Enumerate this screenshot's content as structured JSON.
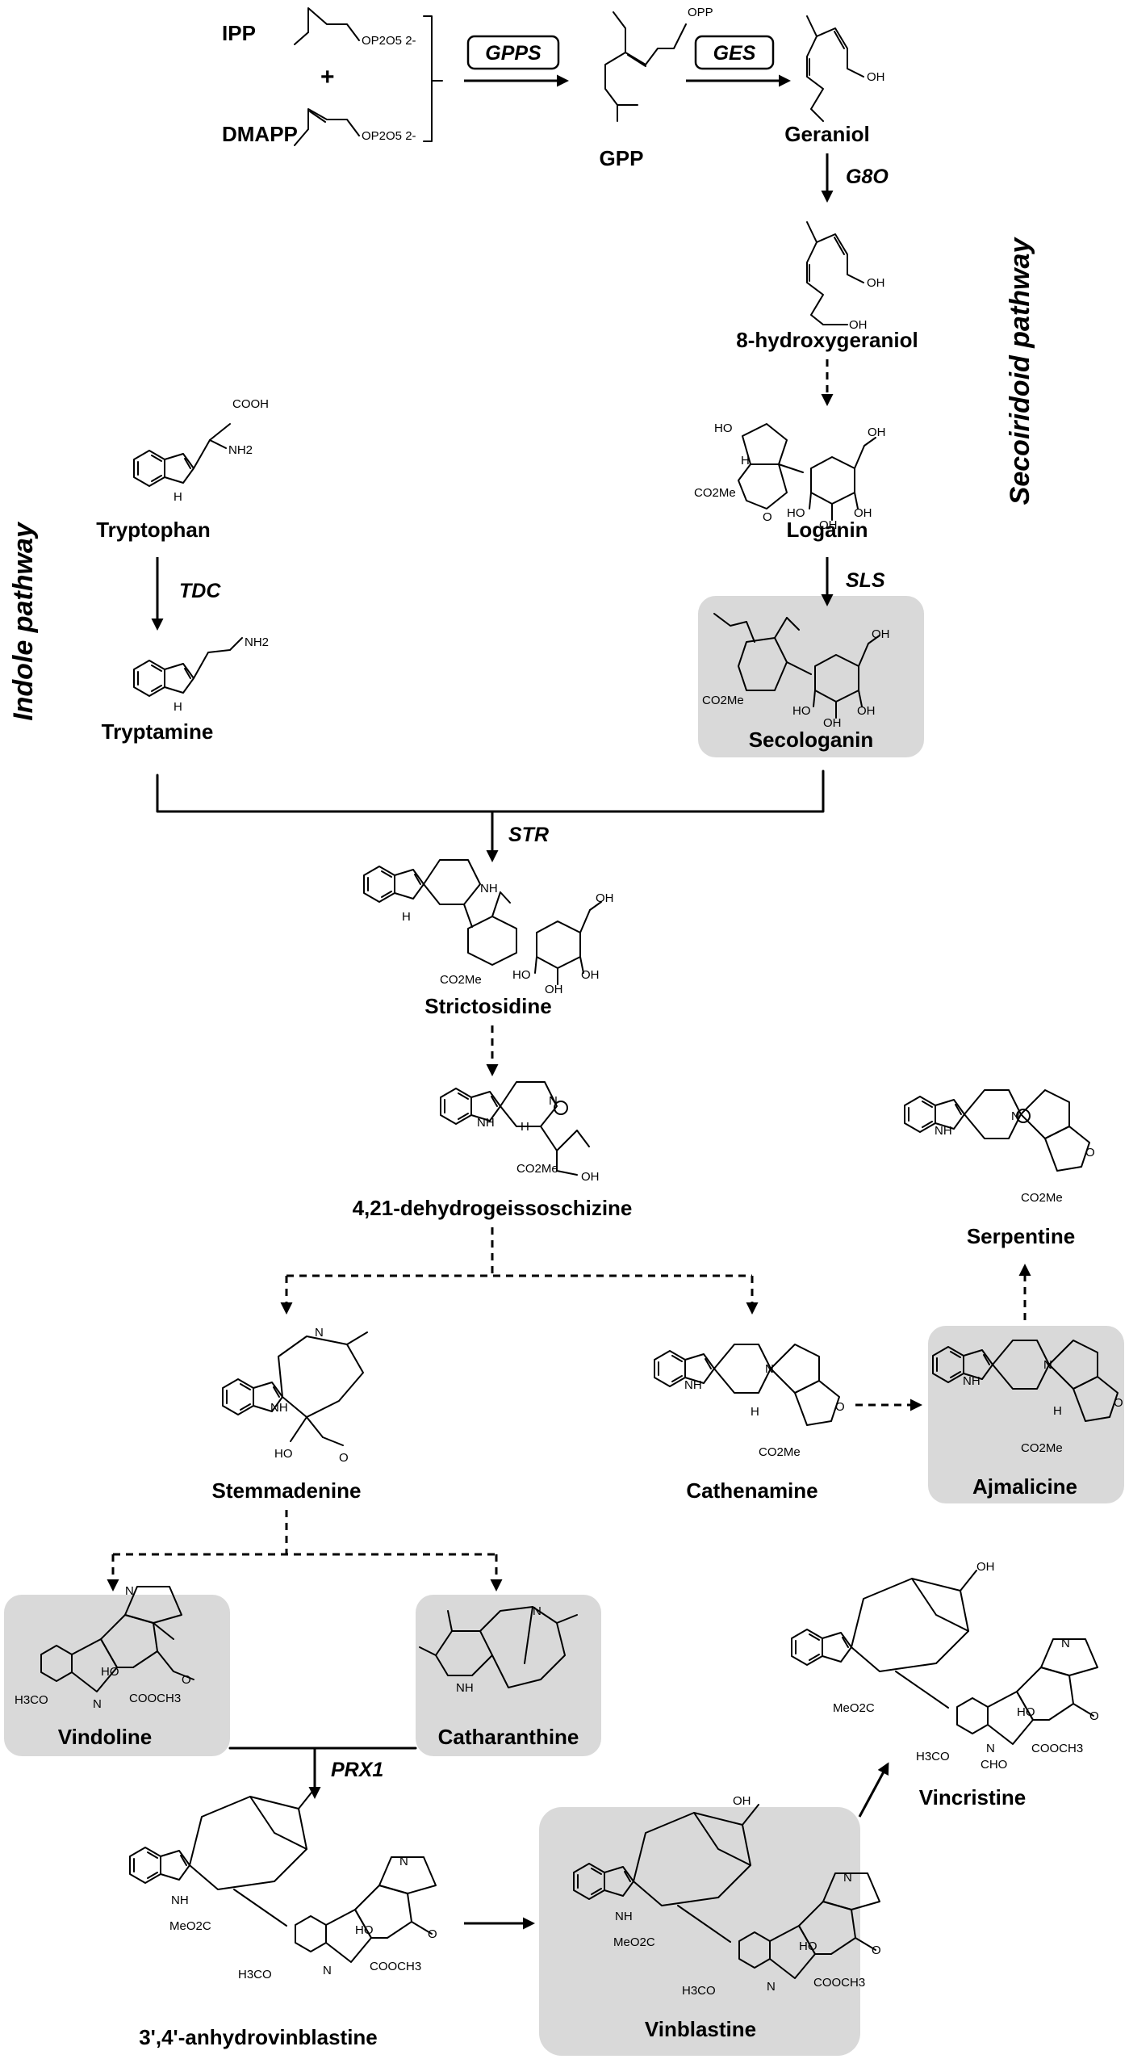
{
  "pathways": {
    "secoiridoid": "Secoiridoid pathway",
    "indole": "Indole pathway"
  },
  "substrates": {
    "ipp": "IPP",
    "dmapp": "DMAPP",
    "plus": "+"
  },
  "compounds": {
    "gpp": "GPP",
    "geraniol": "Geraniol",
    "hydroxygeraniol": "8-hydroxygeraniol",
    "loganin": "Loganin",
    "secologanin": "Secologanin",
    "tryptophan": "Tryptophan",
    "tryptamine": "Tryptamine",
    "strictosidine": "Strictosidine",
    "dehydrogeissoschizine": "4,21-dehydrogeissoschizine",
    "stemmadenine": "Stemmadenine",
    "cathenamine": "Cathenamine",
    "ajmalicine": "Ajmalicine",
    "serpentine": "Serpentine",
    "vindoline": "Vindoline",
    "catharanthine": "Catharanthine",
    "anhydrovinblastine": "3',4'-anhydrovinblastine",
    "vinblastine": "Vinblastine",
    "vincristine": "Vincristine"
  },
  "enzymes": {
    "gpps": "GPPS",
    "ges": "GES",
    "g8o": "G8O",
    "sls": "SLS",
    "tdc": "TDC",
    "str": "STR",
    "prx1": "PRX1"
  },
  "atoms": {
    "opp": "OPP",
    "oh": "OH",
    "ho": "HO",
    "cooh": "COOH",
    "nh2": "NH2",
    "nh": "NH",
    "n": "N",
    "h": "H",
    "co2me": "CO2Me",
    "meo2c": "MeO2C",
    "h3co": "H3CO",
    "cooch3": "COOCH3",
    "cho": "CHO",
    "o": "O",
    "n_plus": "N",
    "opo": "OP2O5 2-"
  },
  "colors": {
    "highlight": "#d9d9d9",
    "ink": "#000000"
  }
}
